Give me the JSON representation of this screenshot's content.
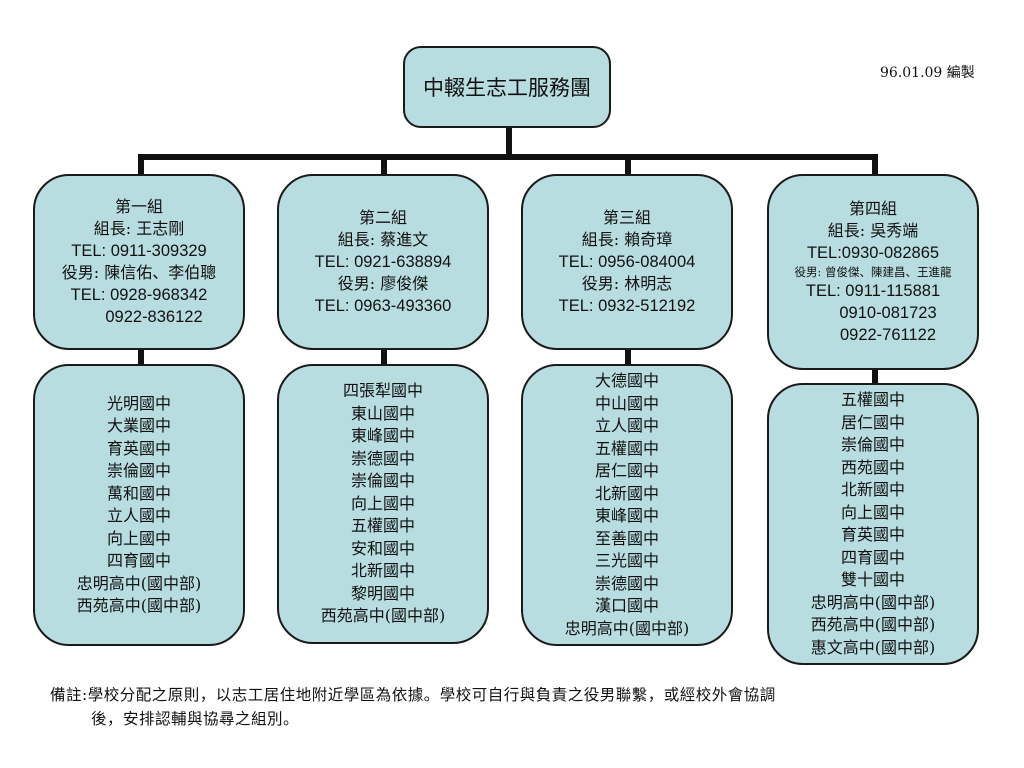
{
  "root": {
    "title": "中輟生志工服務團"
  },
  "date_label": "96.01.09  編製",
  "groups": [
    {
      "header_lines": [
        {
          "text": "第一組"
        },
        {
          "text": "組長: 王志剛"
        },
        {
          "text": "TEL: 0911-309329",
          "style": "sans"
        },
        {
          "text": "役男: 陳信佑、李伯聰"
        },
        {
          "text": "TEL: 0928-968342",
          "style": "sans"
        },
        {
          "text": "0922-836122",
          "style": "sans indent"
        }
      ],
      "schools": [
        "光明國中",
        "大業國中",
        "育英國中",
        "崇倫國中",
        "萬和國中",
        "立人國中",
        "向上國中",
        "四育國中",
        "忠明高中(國中部)",
        "西苑高中(國中部)"
      ]
    },
    {
      "header_lines": [
        {
          "text": "第二組"
        },
        {
          "text": "組長: 蔡進文"
        },
        {
          "text": "TEL: 0921-638894",
          "style": "sans"
        },
        {
          "text": "役男: 廖俊傑"
        },
        {
          "text": "TEL: 0963-493360",
          "style": "sans"
        }
      ],
      "schools": [
        "四張犁國中",
        "東山國中",
        "東峰國中",
        "崇德國中",
        "崇倫國中",
        "向上國中",
        "五權國中",
        "安和國中",
        "北新國中",
        "黎明國中",
        "西苑高中(國中部)"
      ]
    },
    {
      "header_lines": [
        {
          "text": "第三組"
        },
        {
          "text": "組長: 賴奇璋"
        },
        {
          "text": "TEL: 0956-084004",
          "style": "sans"
        },
        {
          "text": "役男: 林明志"
        },
        {
          "text": "TEL: 0932-512192",
          "style": "sans"
        }
      ],
      "schools": [
        "大德國中",
        "中山國中",
        "立人國中",
        "五權國中",
        "居仁國中",
        "北新國中",
        "東峰國中",
        "至善國中",
        "三光國中",
        "崇德國中",
        "漢口國中",
        "忠明高中(國中部)"
      ]
    },
    {
      "header_lines": [
        {
          "text": "第四組"
        },
        {
          "text": "組長: 吳秀端"
        },
        {
          "text": "TEL:0930-082865",
          "style": "sans"
        },
        {
          "text": "役男: 曾俊傑、陳建昌、王進龍",
          "style": "small"
        },
        {
          "text": "TEL: 0911-115881",
          "style": "sans"
        },
        {
          "text": "0910-081723",
          "style": "sans indent"
        },
        {
          "text": "0922-761122",
          "style": "sans indent"
        }
      ],
      "schools": [
        "五權國中",
        "居仁國中",
        "崇倫國中",
        "西苑國中",
        "北新國中",
        "向上國中",
        "育英國中",
        "四育國中",
        "雙十國中",
        "忠明高中(國中部)",
        "西苑高中(國中部)",
        "惠文高中(國中部)"
      ]
    }
  ],
  "note": {
    "line1": "備註:學校分配之原則，以志工居住地附近學區為依據。學校可自行與負責之役男聯繫，或經校外會協調",
    "line2": "後，安排認輔與協尋之組別。"
  }
}
